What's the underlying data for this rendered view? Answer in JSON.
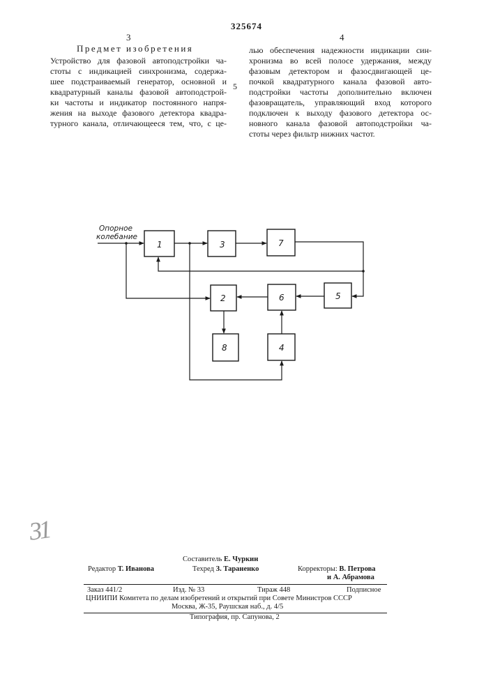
{
  "header": {
    "patent_number": "325674",
    "col_left_number": "3",
    "col_right_number": "4",
    "heading": "Предмет изобретения",
    "margin_line_number": "5"
  },
  "claim": {
    "left_lines": [
      "Устройство для фазовой автоподстройки ча-",
      "стоты с индикацией синхронизма, содержа-",
      "шее подстраиваемый генератор, основной и",
      "квадратурный каналы фазовой автоподстрой-",
      "ки частоты и индикатор постоянного напря-",
      "жения на выходе фазового детектора квадра-",
      "турного канала, отличающееся тем, что, с це-"
    ],
    "right_lines": [
      "лью обеспечения надежности индикации син-",
      "хронизма во всей полосе удержания, между",
      "фазовым детектором и фазосдвигающей це-",
      "почкой квадратурного канала фазовой авто-",
      "подстройки частоты дополнительно включен",
      "фазовращатель, управляющий вход которого",
      "подключен к выходу фазового детектора ос-",
      "новного канала фазовой автоподстройки ча-",
      "стоты через фильтр нижних частот."
    ]
  },
  "diagram": {
    "input_label_line1": "Опорное",
    "input_label_line2": "колебание",
    "blocks": [
      "1",
      "2",
      "3",
      "4",
      "5",
      "6",
      "7",
      "8"
    ]
  },
  "footer": {
    "compiler_label": "Составитель",
    "compiler_name": "Е. Чуркин",
    "editor_label": "Редактор",
    "editor_name": "Т. Иванова",
    "techred_label": "Техред",
    "techred_name": "З. Тараненко",
    "correctors_label": "Корректоры:",
    "corrector1": "В. Петрова",
    "corrector2_prefix": "и",
    "corrector2": "А. Абрамова",
    "order": "Заказ 441/2",
    "izd": "Изд. № 33",
    "tirazh": "Тираж 448",
    "subscription": "Подписное",
    "org_line1": "ЦНИИПИ Комитета по делам изобретений и открытий при Совете Министров СССР",
    "org_line2": "Москва, Ж-35, Раушская наб., д. 4/5",
    "typography": "Типография, пр. Сапунова, 2",
    "signature": "31"
  }
}
